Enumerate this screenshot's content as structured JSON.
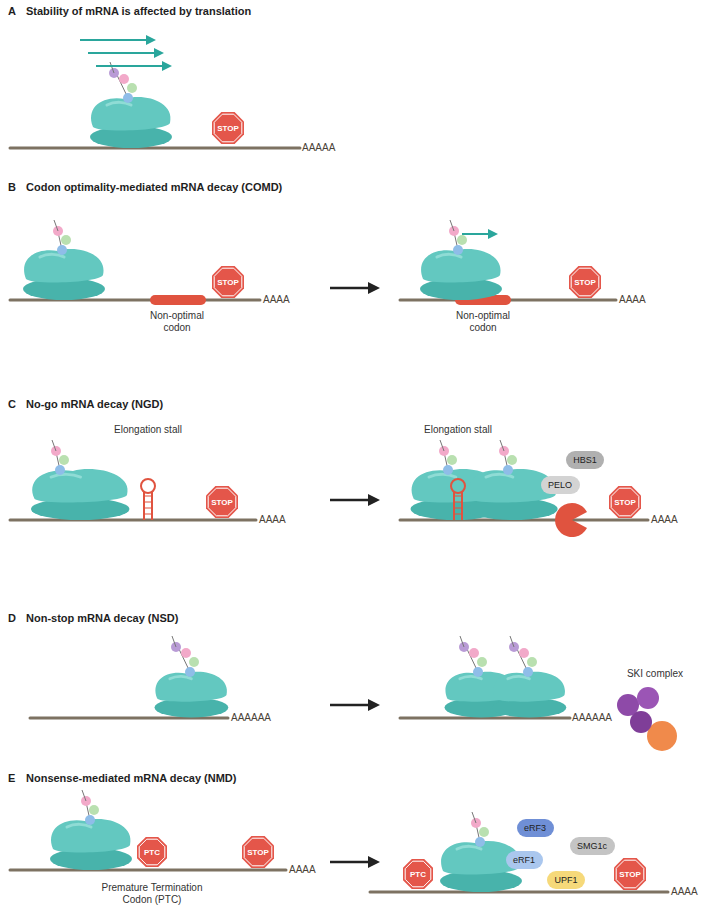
{
  "diagram": {
    "nodes": [
      {
        "text": [
          "STOP"
        ]
      },
      {
        "text": [
          "STOP"
        ]
      },
      {
        "text": [
          "STOP"
        ]
      },
      {
        "text": [
          "STOP"
        ]
      },
      {
        "text": [
          "HBS1"
        ]
      },
      {
        "text": [
          "PELO"
        ]
      },
      {
        "text": [
          "STOP"
        ]
      },
      {
        "text": [
          "PTC"
        ]
      },
      {
        "text": [
          "STOP"
        ]
      },
      {
        "text": [
          "eRF3"
        ]
      },
      {
        "text": [
          "SMG1c"
        ]
      },
      {
        "text": [
          "eRF1"
        ]
      },
      {
        "text": [
          "UPF1"
        ]
      },
      {
        "text": [
          "PTC"
        ]
      },
      {
        "text": [
          "STOP"
        ]
      }
    ],
    "labels": [
      "A",
      "Stability of mRNA is affected by translation",
      "AAAAA",
      "B",
      "Codon optimality-mediated mRNA decay (COMD)",
      "Non-optimal codon",
      "AAAA",
      "Non-optimal codon",
      "AAAA",
      "C",
      "No-go mRNA decay (NGD)",
      "Elongation stall",
      "AAAA",
      "Elongation stall",
      "AAAA",
      "D",
      "Non-stop mRNA decay (NSD)",
      "AAAAAA",
      "AAAAAA",
      "SKI complex",
      "E",
      "Nonsense-mediated mRNA decay (NMD)",
      "AAAA",
      "Premature Termination Codon (PTC)",
      "AAAA"
    ]
  }
}
